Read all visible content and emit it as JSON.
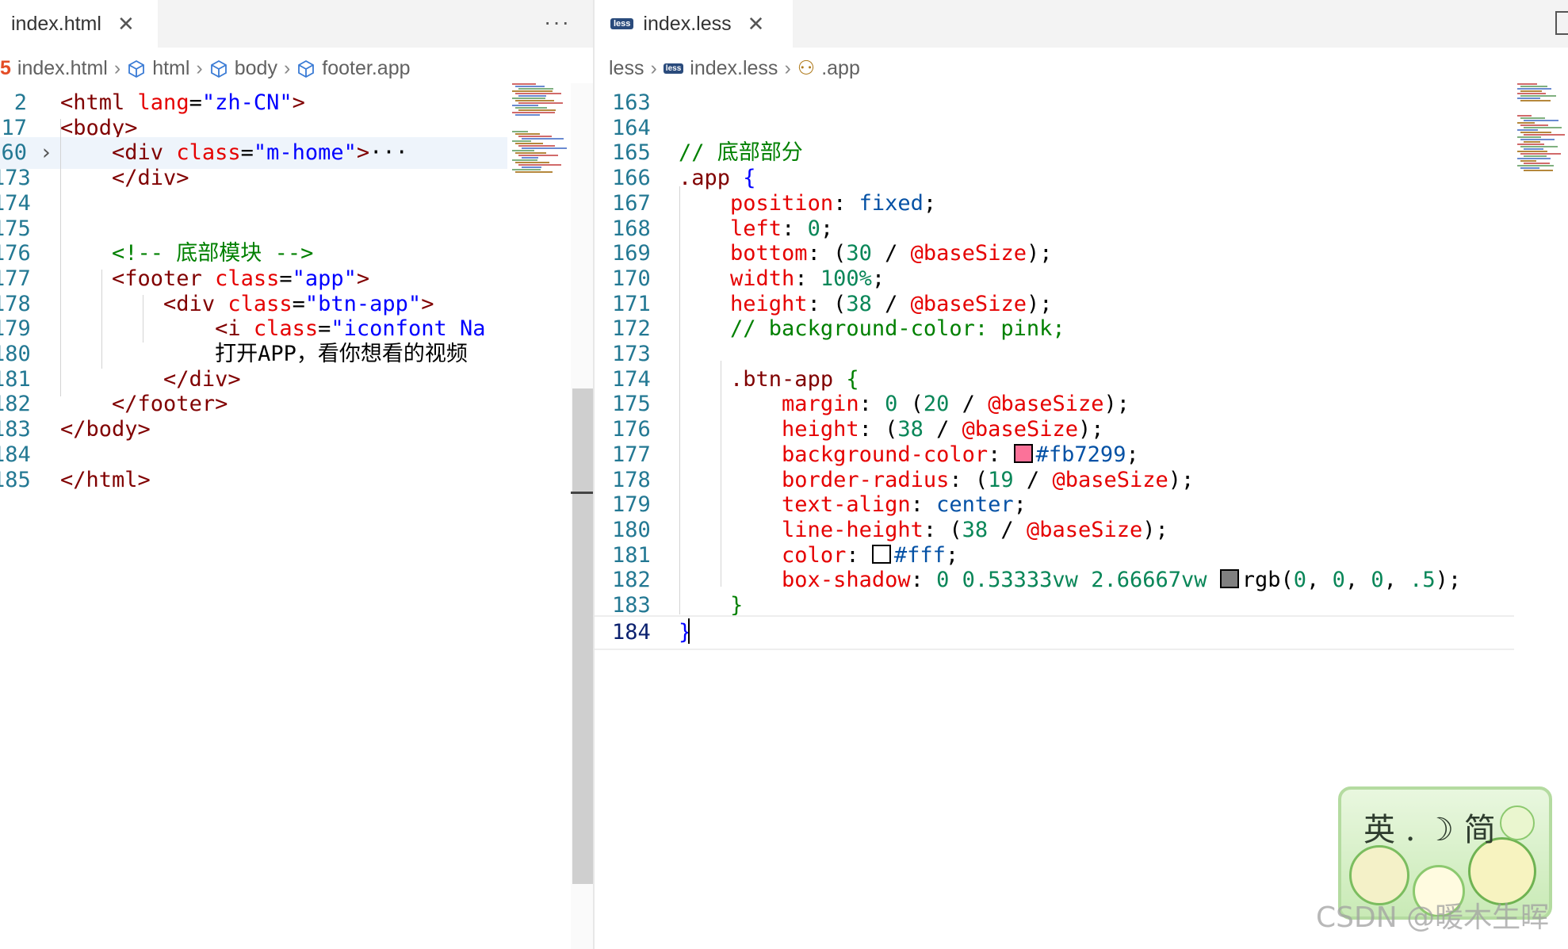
{
  "left_editor": {
    "tab": {
      "label": "index.html",
      "close": "✕"
    },
    "more_actions": "···",
    "breadcrumb": [
      "index.html",
      "html",
      "body",
      "footer.app"
    ],
    "lines": [
      {
        "num": "2",
        "tokens": [
          [
            "tag",
            "<html "
          ],
          [
            "attr",
            "lang"
          ],
          [
            "punc",
            "="
          ],
          [
            "str",
            "\"zh-CN\""
          ],
          [
            "tag",
            ">"
          ]
        ]
      },
      {
        "num": "17",
        "tokens": [
          [
            "tag",
            "<body>"
          ]
        ]
      },
      {
        "num": "60",
        "fold": "›",
        "tokens": [
          [
            "txt",
            "    "
          ],
          [
            "tag",
            "<div "
          ],
          [
            "attr",
            "class"
          ],
          [
            "punc",
            "="
          ],
          [
            "str",
            "\"m-home\""
          ],
          [
            "tag",
            ">"
          ],
          [
            "txt",
            "···"
          ]
        ]
      },
      {
        "num": "173",
        "tokens": [
          [
            "txt",
            "    "
          ],
          [
            "tag",
            "</div>"
          ]
        ]
      },
      {
        "num": "174",
        "tokens": []
      },
      {
        "num": "175",
        "tokens": []
      },
      {
        "num": "176",
        "tokens": [
          [
            "txt",
            "    "
          ],
          [
            "cmt",
            "<!-- 底部模块 -->"
          ]
        ]
      },
      {
        "num": "177",
        "tokens": [
          [
            "txt",
            "    "
          ],
          [
            "tag",
            "<footer "
          ],
          [
            "attr",
            "class"
          ],
          [
            "punc",
            "="
          ],
          [
            "str",
            "\"app\""
          ],
          [
            "tag",
            ">"
          ]
        ]
      },
      {
        "num": "178",
        "tokens": [
          [
            "txt",
            "        "
          ],
          [
            "tag",
            "<div "
          ],
          [
            "attr",
            "class"
          ],
          [
            "punc",
            "="
          ],
          [
            "str",
            "\"btn-app\""
          ],
          [
            "tag",
            ">"
          ]
        ]
      },
      {
        "num": "179",
        "tokens": [
          [
            "txt",
            "            "
          ],
          [
            "tag",
            "<i "
          ],
          [
            "attr",
            "class"
          ],
          [
            "punc",
            "="
          ],
          [
            "str",
            "\"iconfont Na"
          ]
        ]
      },
      {
        "num": "180",
        "tokens": [
          [
            "txt",
            "            打开APP，看你想看的视频"
          ]
        ]
      },
      {
        "num": "181",
        "tokens": [
          [
            "txt",
            "        "
          ],
          [
            "tag",
            "</div>"
          ]
        ]
      },
      {
        "num": "182",
        "tokens": [
          [
            "txt",
            "    "
          ],
          [
            "tag",
            "</footer>"
          ]
        ]
      },
      {
        "num": "183",
        "tokens": [
          [
            "tag",
            "</body>"
          ]
        ]
      },
      {
        "num": "184",
        "tokens": []
      },
      {
        "num": "185",
        "tokens": [
          [
            "tag",
            "</html>"
          ]
        ]
      }
    ]
  },
  "right_editor": {
    "tab": {
      "icon": "less",
      "label": "index.less",
      "close": "✕"
    },
    "breadcrumb": [
      "less",
      "index.less",
      ".app"
    ],
    "lines": [
      {
        "num": "163",
        "tokens": []
      },
      {
        "num": "164",
        "tokens": []
      },
      {
        "num": "165",
        "tokens": [
          [
            "cmt",
            "// 底部部分"
          ]
        ]
      },
      {
        "num": "166",
        "tokens": [
          [
            "sel",
            ".app "
          ],
          [
            "str",
            "{"
          ]
        ]
      },
      {
        "num": "167",
        "tokens": [
          [
            "txt",
            "    "
          ],
          [
            "prop",
            "position"
          ],
          [
            "punc",
            ": "
          ],
          [
            "val",
            "fixed"
          ],
          [
            "punc",
            ";"
          ]
        ]
      },
      {
        "num": "168",
        "tokens": [
          [
            "txt",
            "    "
          ],
          [
            "prop",
            "left"
          ],
          [
            "punc",
            ": "
          ],
          [
            "num",
            "0"
          ],
          [
            "punc",
            ";"
          ]
        ]
      },
      {
        "num": "169",
        "tokens": [
          [
            "txt",
            "    "
          ],
          [
            "prop",
            "bottom"
          ],
          [
            "punc",
            ": ("
          ],
          [
            "num",
            "30"
          ],
          [
            "punc",
            " / "
          ],
          [
            "var",
            "@baseSize"
          ],
          [
            "punc",
            ");"
          ]
        ]
      },
      {
        "num": "170",
        "tokens": [
          [
            "txt",
            "    "
          ],
          [
            "prop",
            "width"
          ],
          [
            "punc",
            ": "
          ],
          [
            "num",
            "100%"
          ],
          [
            "punc",
            ";"
          ]
        ]
      },
      {
        "num": "171",
        "tokens": [
          [
            "txt",
            "    "
          ],
          [
            "prop",
            "height"
          ],
          [
            "punc",
            ": ("
          ],
          [
            "num",
            "38"
          ],
          [
            "punc",
            " / "
          ],
          [
            "var",
            "@baseSize"
          ],
          [
            "punc",
            ");"
          ]
        ]
      },
      {
        "num": "172",
        "tokens": [
          [
            "txt",
            "    "
          ],
          [
            "cmt",
            "// background-color: pink;"
          ]
        ]
      },
      {
        "num": "173",
        "tokens": []
      },
      {
        "num": "174",
        "tokens": [
          [
            "txt",
            "    "
          ],
          [
            "sel",
            ".btn-app "
          ],
          [
            "cmt",
            "{"
          ]
        ]
      },
      {
        "num": "175",
        "tokens": [
          [
            "txt",
            "        "
          ],
          [
            "prop",
            "margin"
          ],
          [
            "punc",
            ": "
          ],
          [
            "num",
            "0"
          ],
          [
            "punc",
            " ("
          ],
          [
            "num",
            "20"
          ],
          [
            "punc",
            " / "
          ],
          [
            "var",
            "@baseSize"
          ],
          [
            "punc",
            ");"
          ]
        ]
      },
      {
        "num": "176",
        "tokens": [
          [
            "txt",
            "        "
          ],
          [
            "prop",
            "height"
          ],
          [
            "punc",
            ": ("
          ],
          [
            "num",
            "38"
          ],
          [
            "punc",
            " / "
          ],
          [
            "var",
            "@baseSize"
          ],
          [
            "punc",
            ");"
          ]
        ]
      },
      {
        "num": "177",
        "tokens": [
          [
            "txt",
            "        "
          ],
          [
            "prop",
            "background-color"
          ],
          [
            "punc",
            ": "
          ],
          [
            "swatch",
            "#fb7299"
          ],
          [
            "val",
            "#fb7299"
          ],
          [
            "punc",
            ";"
          ]
        ]
      },
      {
        "num": "178",
        "tokens": [
          [
            "txt",
            "        "
          ],
          [
            "prop",
            "border-radius"
          ],
          [
            "punc",
            ": ("
          ],
          [
            "num",
            "19"
          ],
          [
            "punc",
            " / "
          ],
          [
            "var",
            "@baseSize"
          ],
          [
            "punc",
            ");"
          ]
        ]
      },
      {
        "num": "179",
        "tokens": [
          [
            "txt",
            "        "
          ],
          [
            "prop",
            "text-align"
          ],
          [
            "punc",
            ": "
          ],
          [
            "val",
            "center"
          ],
          [
            "punc",
            ";"
          ]
        ]
      },
      {
        "num": "180",
        "tokens": [
          [
            "txt",
            "        "
          ],
          [
            "prop",
            "line-height"
          ],
          [
            "punc",
            ": ("
          ],
          [
            "num",
            "38"
          ],
          [
            "punc",
            " / "
          ],
          [
            "var",
            "@baseSize"
          ],
          [
            "punc",
            ");"
          ]
        ]
      },
      {
        "num": "181",
        "tokens": [
          [
            "txt",
            "        "
          ],
          [
            "prop",
            "color"
          ],
          [
            "punc",
            ": "
          ],
          [
            "swatch",
            "#ffffff"
          ],
          [
            "val",
            "#fff"
          ],
          [
            "punc",
            ";"
          ]
        ]
      },
      {
        "num": "182",
        "tokens": [
          [
            "txt",
            "        "
          ],
          [
            "prop",
            "box-shadow"
          ],
          [
            "punc",
            ": "
          ],
          [
            "num",
            "0 0.53333vw 2.66667vw "
          ],
          [
            "swatch",
            "#808080"
          ],
          [
            "punc",
            "rgb("
          ],
          [
            "num",
            "0"
          ],
          [
            "punc",
            ", "
          ],
          [
            "num",
            "0"
          ],
          [
            "punc",
            ", "
          ],
          [
            "num",
            "0"
          ],
          [
            "punc",
            ", "
          ],
          [
            "num",
            ".5"
          ],
          [
            "punc",
            ");"
          ]
        ]
      },
      {
        "num": "183",
        "tokens": [
          [
            "txt",
            "    "
          ],
          [
            "cmt",
            "}"
          ]
        ]
      },
      {
        "num": "184",
        "tokens": [
          [
            "str",
            "}"
          ]
        ]
      }
    ]
  },
  "ime": {
    "label": "英 . ☽ 简"
  },
  "watermark": "CSDN @暖木生晖",
  "colors": {
    "accent_pink": "#fb7299",
    "tab_bg": "#f3f3f3",
    "line_number": "#237893"
  }
}
